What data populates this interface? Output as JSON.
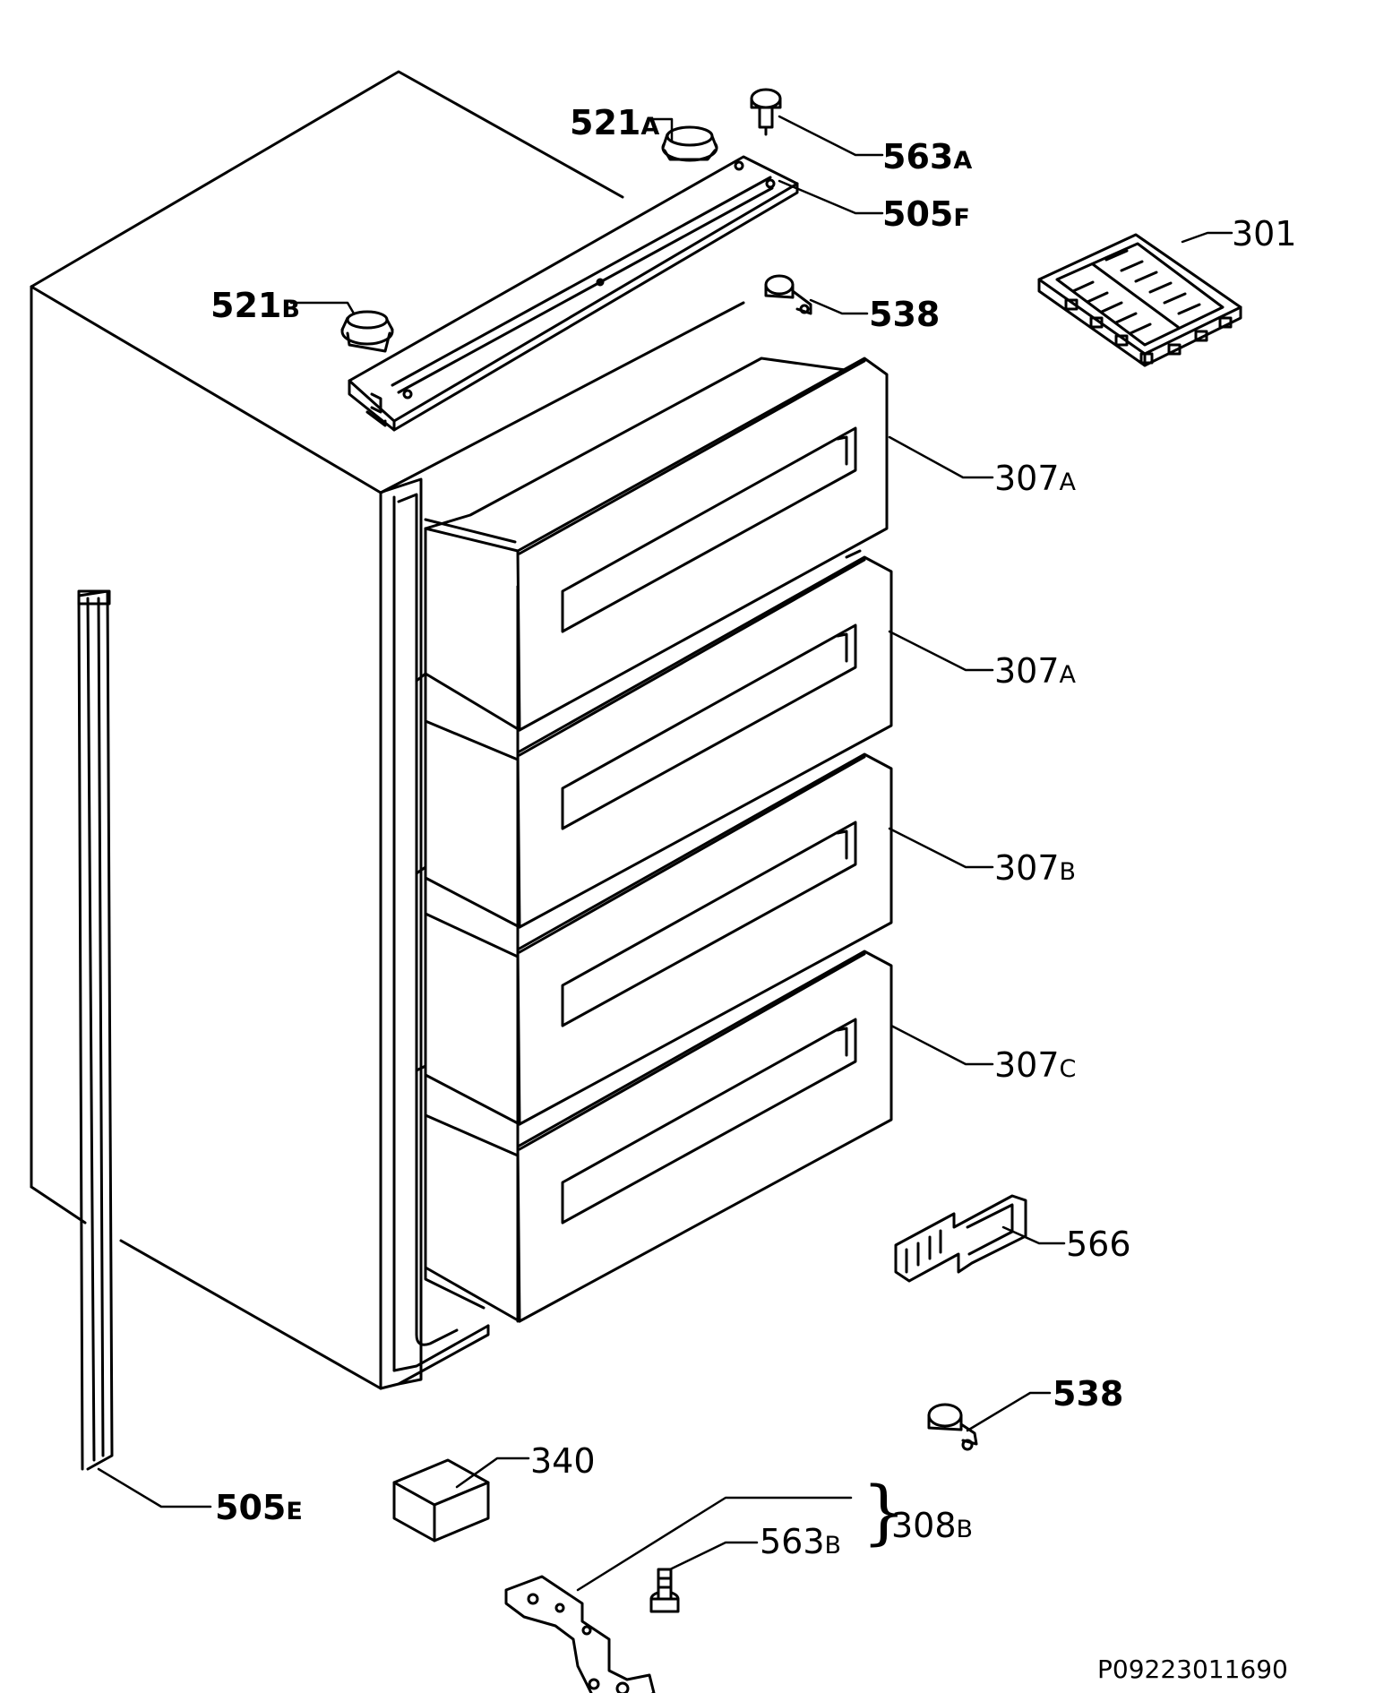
{
  "labels": {
    "p521A": {
      "num": "521",
      "sfx": "A"
    },
    "p563A": {
      "num": "563",
      "sfx": "A"
    },
    "p505F": {
      "num": "505",
      "sfx": "F"
    },
    "p301": {
      "num": "301"
    },
    "p521B": {
      "num": "521",
      "sfx": "B"
    },
    "p538a": {
      "num": "538"
    },
    "p307A1": {
      "num": "307",
      "sfx": "A"
    },
    "p307A2": {
      "num": "307",
      "sfx": "A"
    },
    "p307B": {
      "num": "307",
      "sfx": "B"
    },
    "p307C": {
      "num": "307",
      "sfx": "C"
    },
    "p566": {
      "num": "566"
    },
    "p538b": {
      "num": "538"
    },
    "p340": {
      "num": "340"
    },
    "p505E": {
      "num": "505",
      "sfx": "E"
    },
    "p563B": {
      "num": "563",
      "sfx": "B"
    },
    "p308B": {
      "num": "308",
      "sfx": "B"
    }
  },
  "drawing_code": "P09223011690",
  "colors": {
    "line": "#000000",
    "fill": "#ffffff"
  }
}
